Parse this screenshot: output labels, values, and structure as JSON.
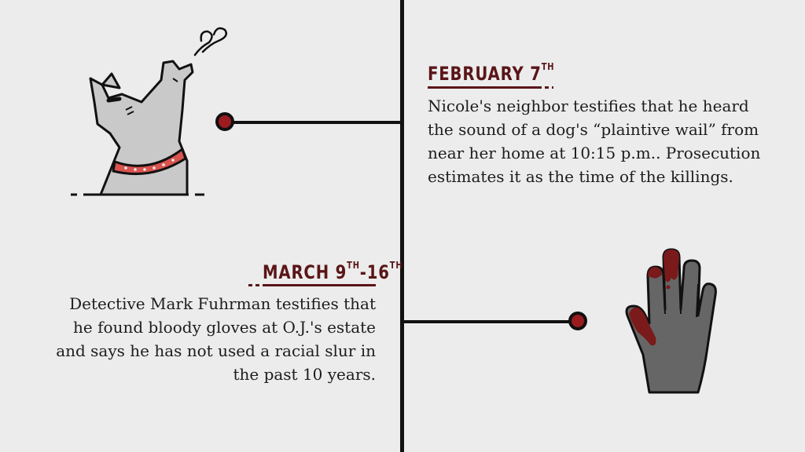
{
  "events": [
    {
      "date_main": "FEBRUARY 7",
      "date_sup": "TH",
      "text": "Nicole's neighbor testifies that he heard the sound of a dog's “plaintive wail” from near her home at 10:15 p.m.. Prosecution estimates it as the time of the killings.",
      "icon": "dog-icon"
    },
    {
      "date_main": "MARCH 9",
      "date_sup": "TH",
      "date_sep": "-16",
      "date_sup2": "TH",
      "text": "Detective Mark Fuhrman testifies that he found bloody gloves at O.J.'s estate and says he has not used a racial slur in the past 10 years.",
      "icon": "bloody-glove-icon"
    }
  ],
  "colors": {
    "background": "#ececec",
    "timeline": "#111111",
    "node": "#9b1b1f",
    "date_text": "#5a1518",
    "collar": "#d9534f",
    "dog": "#c9c9c9",
    "glove": "#666666",
    "blood": "#7a1a1a"
  }
}
